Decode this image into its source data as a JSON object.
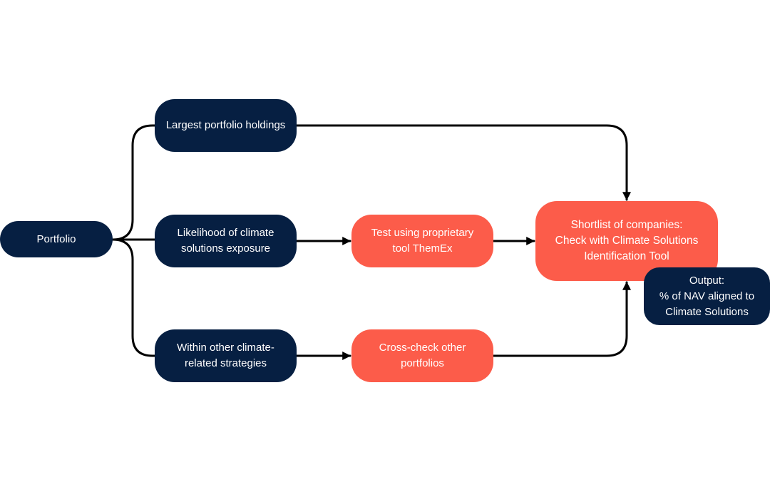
{
  "nodes": {
    "portfolio": {
      "lines": [
        "Portfolio"
      ]
    },
    "largest_holdings": {
      "lines": [
        "Largest portfolio holdings"
      ]
    },
    "likelihood": {
      "lines": [
        "Likelihood of climate",
        "solutions exposure"
      ]
    },
    "within_strategies": {
      "lines": [
        "Within other climate-",
        "related strategies"
      ]
    },
    "test_themex": {
      "lines": [
        "Test using proprietary",
        "tool ThemEx"
      ]
    },
    "cross_check": {
      "lines": [
        "Cross-check other",
        "portfolios"
      ]
    },
    "shortlist": {
      "lines": [
        "Shortlist of companies:",
        "Check with Climate Solutions",
        "Identification Tool"
      ]
    },
    "output": {
      "lines": [
        "Output:",
        "% of NAV aligned to",
        "Climate Solutions"
      ]
    }
  },
  "colors": {
    "navy": "#061f42",
    "coral": "#fc5c4a",
    "connector": "#000000",
    "text": "#ffffff"
  }
}
